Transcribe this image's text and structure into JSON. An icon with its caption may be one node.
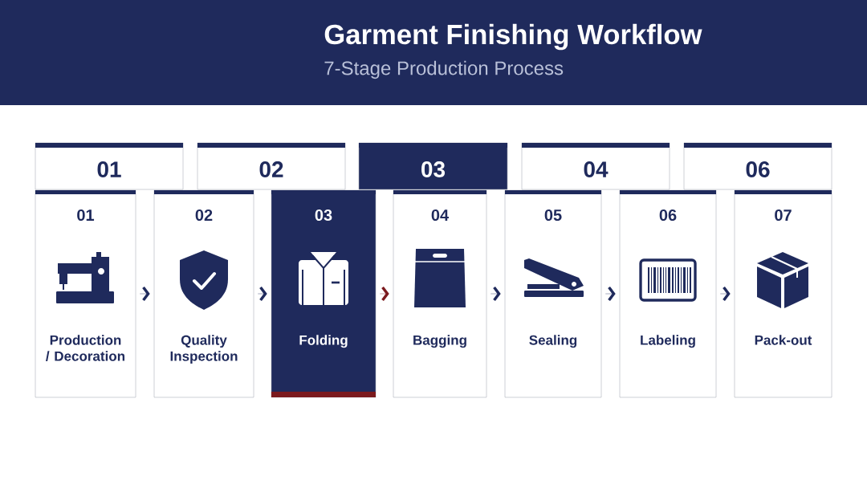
{
  "diagram": {
    "title": "Garment Finishing Workflow",
    "caption": "7-Stage Production Process",
    "nodes": [
      {
        "text": [
          "01"
        ]
      },
      {
        "text": [
          "02"
        ]
      },
      {
        "text": [
          "03"
        ]
      },
      {
        "text": [
          "04"
        ]
      },
      {
        "text": [
          "06"
        ]
      },
      {
        "text": [
          "01",
          "Production / Decoration"
        ]
      },
      {
        "text": [
          "02",
          "Quality Inspection"
        ]
      },
      {
        "text": [
          "03",
          "Folding"
        ]
      },
      {
        "text": [
          "04",
          "Bagging"
        ]
      },
      {
        "text": [
          "05",
          "Sealing"
        ]
      },
      {
        "text": [
          "06",
          "Labeling"
        ]
      },
      {
        "text": [
          "07",
          "Pack-out"
        ]
      }
    ],
    "edges": [
      {
        "from": 5,
        "to": 6,
        "arrow": "to"
      },
      {
        "from": 6,
        "to": 7,
        "arrow": "to"
      },
      {
        "from": 7,
        "to": 8,
        "arrow": "to",
        "color": "#7b1a1e"
      },
      {
        "from": 8,
        "to": 9,
        "arrow": "to"
      },
      {
        "from": 9,
        "to": 10,
        "arrow": "to"
      },
      {
        "from": 10,
        "to": 11,
        "arrow": "to"
      }
    ]
  }
}
